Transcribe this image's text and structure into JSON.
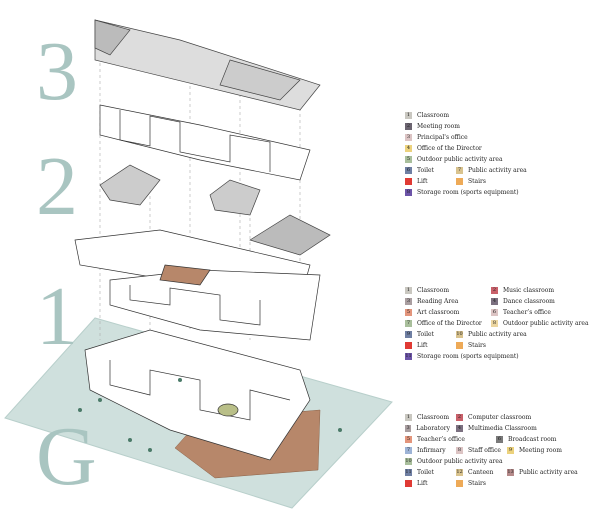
{
  "floors": {
    "f3": "3",
    "f2": "2",
    "f1": "1",
    "g": "G"
  },
  "legend_3": [
    {
      "n": "1",
      "label": "Classroom",
      "color": "#c9c7c0"
    },
    {
      "n": "2",
      "label": "Meeting room",
      "color": "#6b6470"
    },
    {
      "n": "3",
      "label": "Principal's office",
      "color": "#dcc4c4"
    },
    {
      "n": "4",
      "label": "Office of the Director",
      "color": "#ecd27d"
    },
    {
      "n": "5",
      "label": "Outdoor public activity area",
      "color": "#a9bf9c"
    },
    {
      "n": "6",
      "label": "Toilet",
      "color": "#6f7fa3"
    },
    {
      "n": "7",
      "label": "Public activity area",
      "color": "#d9c38e"
    },
    {
      "n": "",
      "label": "Lift",
      "color": "#e03a34"
    },
    {
      "n": "",
      "label": "Stairs",
      "color": "#eeaa57"
    },
    {
      "n": "8",
      "label": "Storage room (sports equipment)",
      "color": "#6c54a8"
    }
  ],
  "legend_1": [
    {
      "n": "1",
      "label": "Classroom",
      "color": "#c9c7c0"
    },
    {
      "n": "2",
      "label": "Music classroom",
      "color": "#c9606a"
    },
    {
      "n": "3",
      "label": "Reading Area",
      "color": "#a99ea0"
    },
    {
      "n": "4",
      "label": "Dance classroom",
      "color": "#7b7080"
    },
    {
      "n": "5",
      "label": "Art classroom",
      "color": "#e3957c"
    },
    {
      "n": "6",
      "label": "Teacher’s office",
      "color": "#dcc4c4"
    },
    {
      "n": "7",
      "label": "Office of the Director",
      "color": "#a9bf9c"
    },
    {
      "n": "8",
      "label": "Outdoor public activity area",
      "color": "#ecd6a0"
    },
    {
      "n": "9",
      "label": "Toilet",
      "color": "#6f7fa3"
    },
    {
      "n": "10",
      "label": "Public activity area",
      "color": "#d9c38e"
    },
    {
      "n": "",
      "label": "Lift",
      "color": "#e03a34"
    },
    {
      "n": "",
      "label": "Stairs",
      "color": "#eeaa57"
    },
    {
      "n": "11",
      "label": "Storage room (sports equipment)",
      "color": "#6c54a8"
    }
  ],
  "legend_g": [
    {
      "n": "1",
      "label": "Classroom",
      "color": "#c9c7c0"
    },
    {
      "n": "2",
      "label": "Computer classroom",
      "color": "#c9606a"
    },
    {
      "n": "3",
      "label": "Laboratory",
      "color": "#a99ea0"
    },
    {
      "n": "4",
      "label": "Multimedia Classroom",
      "color": "#7b7080"
    },
    {
      "n": "5",
      "label": "Teacher’s office",
      "color": "#e3957c"
    },
    {
      "n": "6",
      "label": "Broadcast room",
      "color": "#7a7a7a"
    },
    {
      "n": "7",
      "label": "Infirmary",
      "color": "#9db3d6"
    },
    {
      "n": "8",
      "label": "Staff office",
      "color": "#dcc4c4"
    },
    {
      "n": "9",
      "label": "Meeting room",
      "color": "#ecd27d"
    },
    {
      "n": "10",
      "label": "Outdoor public activity area",
      "color": "#a9bf9c"
    },
    {
      "n": "11",
      "label": "Toilet",
      "color": "#6f7fa3"
    },
    {
      "n": "12",
      "label": "Canteen",
      "color": "#d9c38e"
    },
    {
      "n": "13",
      "label": "Public activity area",
      "color": "#b58a8a"
    },
    {
      "n": "",
      "label": "Lift",
      "color": "#e03a34"
    },
    {
      "n": "",
      "label": "Stairs",
      "color": "#eeaa57"
    }
  ]
}
